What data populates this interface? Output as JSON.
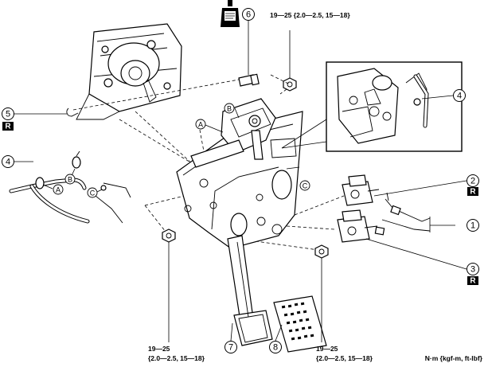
{
  "callouts": {
    "c1": "1",
    "c2": "2",
    "c3": "3",
    "c4a": "4",
    "c4b": "4",
    "c5": "5",
    "c6": "6",
    "c7": "7",
    "c8": "8"
  },
  "letters": {
    "a_main": "A",
    "b_main": "B",
    "c_main": "C",
    "a_pipe": "A",
    "b_pipe": "B",
    "c_pipe": "C"
  },
  "replace_badge": "R",
  "torque_top": {
    "line1": "19—25 {2.0—2.5, 15—18}"
  },
  "torque_bottom_left": {
    "line1": "19—25",
    "line2": "{2.0—2.5, 15—18}"
  },
  "torque_bottom_right": {
    "line1": "19—25",
    "line2": "{2.0—2.5, 15—18}"
  },
  "units": "N·m {kgf-m, ft-lbf}",
  "icons": [
    "grease-tube-icon",
    "replace-badge-icon"
  ]
}
